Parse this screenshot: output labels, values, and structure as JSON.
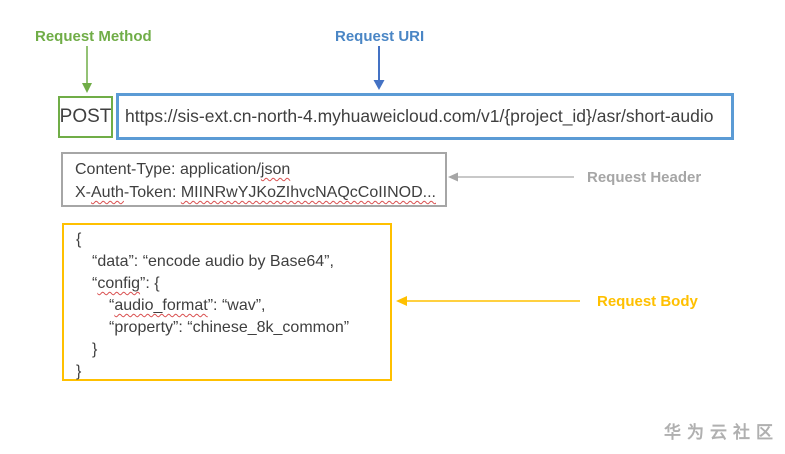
{
  "labels": {
    "request_method": "Request Method",
    "request_uri": "Request URI",
    "request_header": "Request Header",
    "request_body": "Request Body"
  },
  "request": {
    "method": "POST",
    "uri": "https://sis-ext.cn-north-4.myhuaweicloud.com/v1/{project_id}/asr/short-audio"
  },
  "header_box": {
    "content_type_prefix": "Content-Type: application/",
    "content_type_json": "json",
    "auth_prefix": "X-",
    "auth_word": "Auth",
    "auth_mid": "-Token: ",
    "auth_token": "MIINRwYJKoZIhvcNAQcCoIINOD..."
  },
  "body_box": {
    "open_brace": "{",
    "data_line": "“data”: “encode audio by Base64”,",
    "config_quote": "“",
    "config_key": "config",
    "config_rest": "”: {",
    "audio_quote": "“",
    "audio_key": "audio_format",
    "audio_rest": "”: “wav”,",
    "property_line": "“property”: “chinese_8k_common”",
    "inner_close_brace": "}",
    "close_brace": "}"
  },
  "watermark": "华为云社区",
  "colors": {
    "green": "#70AD47",
    "blue_border": "#5B9BD5",
    "blue_label": "#4A86C5",
    "blue_arrow": "#4472C4",
    "gray": "#A6A6A6",
    "yellow": "#FFC000",
    "text": "#3F3F3F",
    "spellcheck_red": "#D94F4F",
    "watermark_gray": "#B0B0B0"
  }
}
